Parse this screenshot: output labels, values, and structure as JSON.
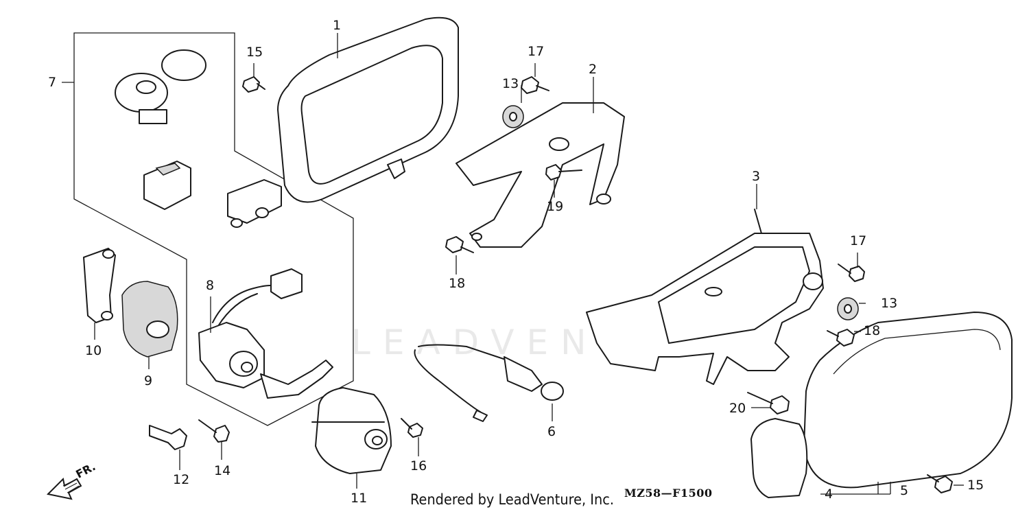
{
  "diagram": {
    "callouts": [
      {
        "id": "1",
        "text": "1"
      },
      {
        "id": "2",
        "text": "2"
      },
      {
        "id": "3",
        "text": "3"
      },
      {
        "id": "4",
        "text": "4"
      },
      {
        "id": "5",
        "text": "5"
      },
      {
        "id": "6",
        "text": "6"
      },
      {
        "id": "7",
        "text": "7"
      },
      {
        "id": "8",
        "text": "8"
      },
      {
        "id": "9",
        "text": "9"
      },
      {
        "id": "10",
        "text": "10"
      },
      {
        "id": "11",
        "text": "11"
      },
      {
        "id": "12",
        "text": "12"
      },
      {
        "id": "13a",
        "text": "13"
      },
      {
        "id": "13b",
        "text": "13"
      },
      {
        "id": "14",
        "text": "14"
      },
      {
        "id": "15a",
        "text": "15"
      },
      {
        "id": "15b",
        "text": "15"
      },
      {
        "id": "16",
        "text": "16"
      },
      {
        "id": "17a",
        "text": "17"
      },
      {
        "id": "17b",
        "text": "17"
      },
      {
        "id": "18a",
        "text": "18"
      },
      {
        "id": "18b",
        "text": "18"
      },
      {
        "id": "19",
        "text": "19"
      },
      {
        "id": "20",
        "text": "20"
      }
    ],
    "direction_label": "FR.",
    "footer": "Rendered by LeadVenture, Inc.",
    "diagram_code": "MZ58—F1500",
    "watermark": "LEADVENTURE"
  }
}
